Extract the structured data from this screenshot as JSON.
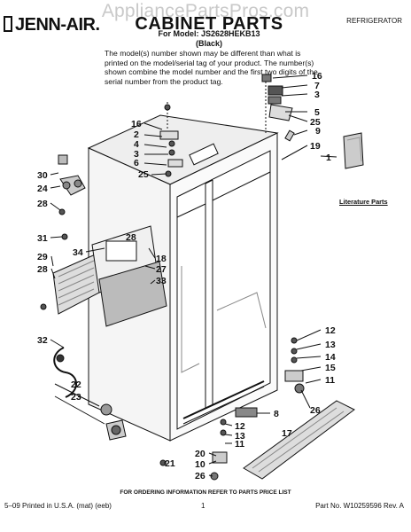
{
  "watermark": "AppliancePartsPros.com",
  "header": {
    "brand": "JENN-AIR.",
    "title": "CABINET PARTS",
    "category": "REFRIGERATOR",
    "model_line": "For Model: JS2628HEKB13",
    "color_line": "(Black)",
    "disclaimer": "The model(s) number shown may be different than what is printed on the model/serial tag of your product. The number(s) shown combine the model number and the first two digits of the serial number from the product tag."
  },
  "literature_label": "Literature Parts",
  "callouts": [
    "1",
    "2",
    "3",
    "4",
    "5",
    "6",
    "7",
    "8",
    "9",
    "10",
    "11",
    "12",
    "13",
    "14",
    "15",
    "16",
    "17",
    "18",
    "19",
    "20",
    "21",
    "22",
    "23",
    "24",
    "25",
    "26",
    "27",
    "28",
    "29",
    "30",
    "31",
    "32",
    "33",
    "34"
  ],
  "footer": {
    "ordering_note": "FOR ORDERING INFORMATION REFER TO PARTS PRICE LIST",
    "printed": "5–09 Printed in U.S.A. (mat) (eeb)",
    "page": "1",
    "part_number": "Part No. W10259596 Rev. A"
  }
}
